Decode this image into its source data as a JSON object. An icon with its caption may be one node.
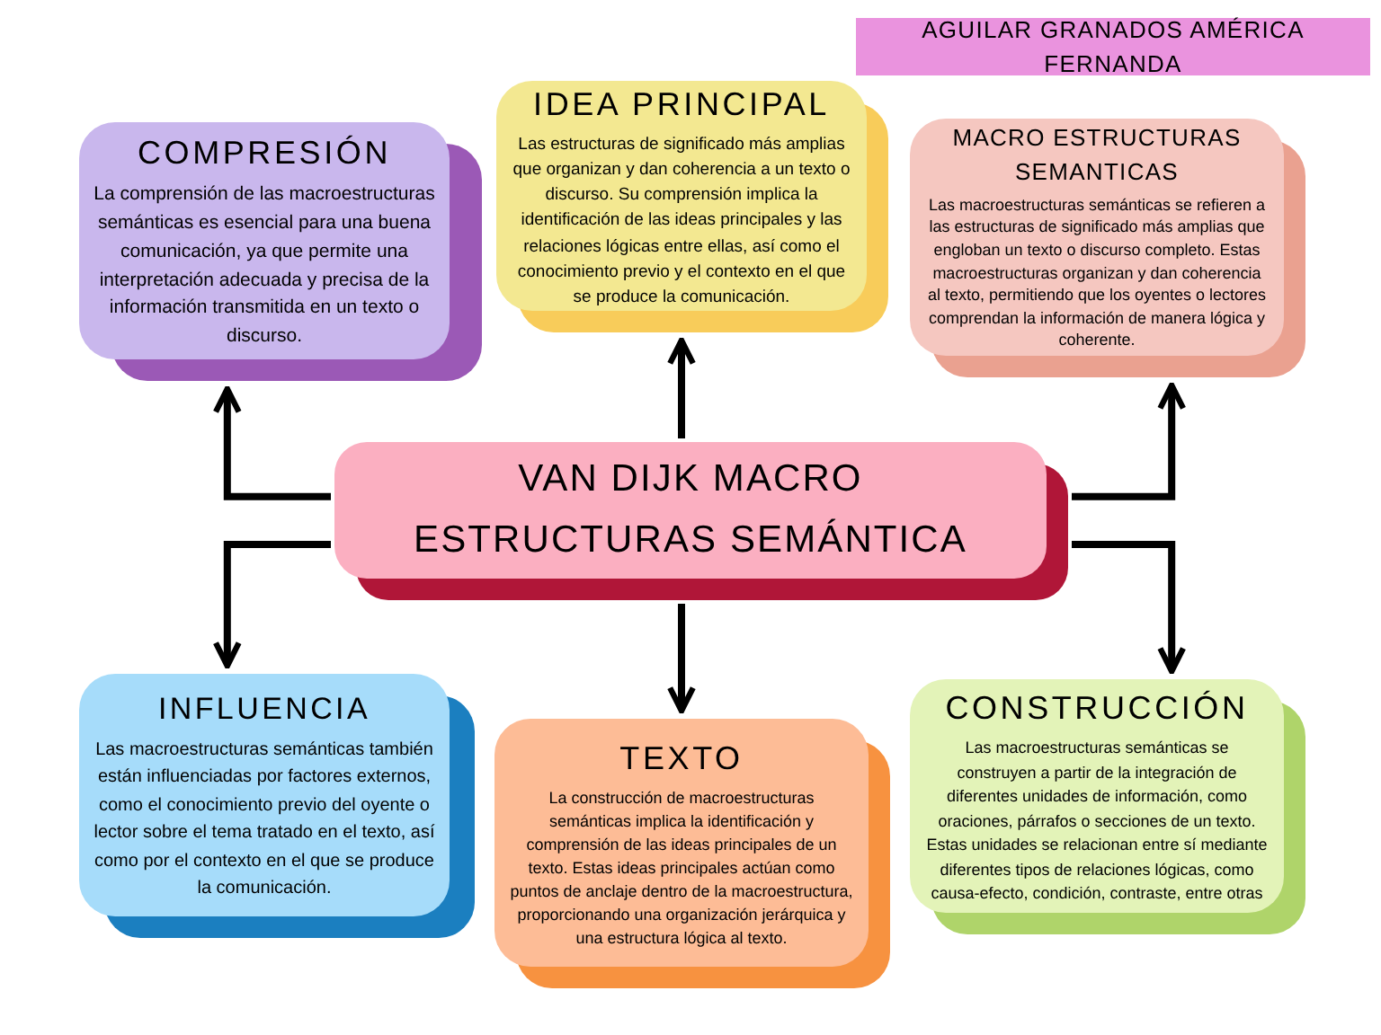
{
  "diagram": {
    "nodes": [
      {
        "text": [
          "AGUILAR GRANADOS AMÉRICA FERNANDA"
        ]
      },
      {
        "text": [
          "COMPRESIÓN",
          "La comprensión de las macroestructuras semánticas es esencial para una buena comunicación, ya que permite una interpretación adecuada y precisa de la información transmitida en un texto o discurso."
        ]
      },
      {
        "text": [
          "IDEA PRINCIPAL",
          "Las estructuras de significado más amplias que organizan y dan coherencia a un texto o discurso. Su comprensión implica la identificación de las ideas principales y las relaciones lógicas entre ellas, así como el conocimiento previo y el contexto en el que se produce la comunicación."
        ]
      },
      {
        "text": [
          "MACRO ESTRUCTURAS SEMANTICAS",
          "Las macroestructuras semánticas se refieren a las estructuras de significado más amplias que engloban un texto o discurso completo. Estas macroestructuras organizan y dan coherencia al texto, permitiendo que los oyentes o lectores comprendan la información de manera lógica y coherente."
        ]
      },
      {
        "text": [
          "VAN DIJK MACRO ESTRUCTURAS SEMÁNTICA"
        ]
      },
      {
        "text": [
          "INFLUENCIA",
          "Las macroestructuras semánticas también están influenciadas por factores externos, como el conocimiento previo del oyente o lector sobre el tema tratado en el texto, así como por el contexto en el que se produce la comunicación."
        ]
      },
      {
        "text": [
          "TEXTO",
          "La construcción de macroestructuras semánticas implica la identificación y comprensión de las ideas principales de un texto. Estas ideas principales actúan como puntos de anclaje dentro de la macroestructura, proporcionando una organización jerárquica y una estructura lógica al texto."
        ]
      },
      {
        "text": [
          "CONSTRUCCIÓN",
          "Las macroestructuras semánticas se construyen a partir de la integración de diferentes unidades de información, como oraciones, párrafos o secciones de un texto. Estas unidades se relacionan entre sí mediante diferentes tipos de relaciones lógicas, como causa-efecto, condición, contraste, entre otras"
        ]
      }
    ],
    "edges": [
      {
        "from": 4,
        "to": 1,
        "arrow": "to"
      },
      {
        "from": 4,
        "to": 2,
        "arrow": "to"
      },
      {
        "from": 4,
        "to": 3,
        "arrow": "to"
      },
      {
        "from": 4,
        "to": 5,
        "arrow": "to"
      },
      {
        "from": 4,
        "to": 6,
        "arrow": "to"
      },
      {
        "from": 4,
        "to": 7,
        "arrow": "to"
      }
    ]
  }
}
